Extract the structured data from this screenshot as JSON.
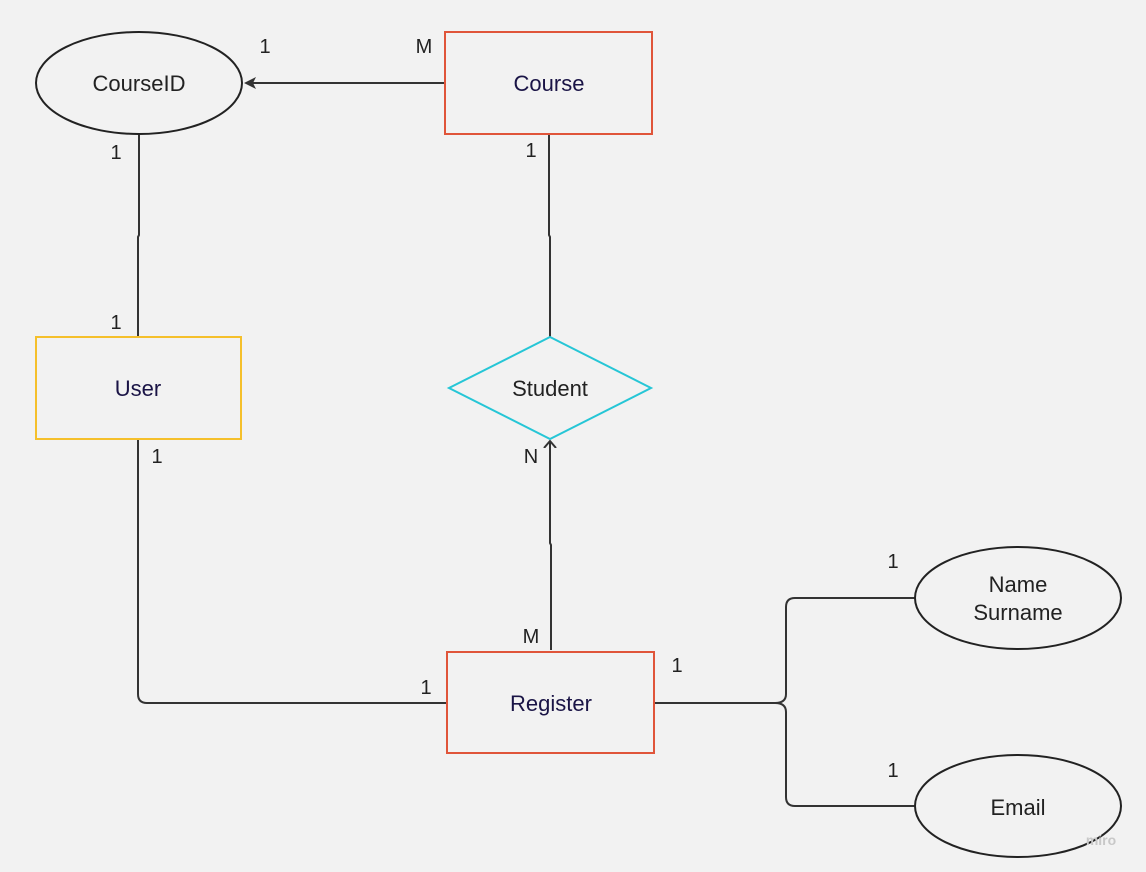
{
  "colors": {
    "background": "#f2f2f2",
    "line": "#333333",
    "text": "#222222",
    "entity_text": "#1a1446",
    "course_border": "#e0553a",
    "register_border": "#e0553a",
    "user_border": "#f5c02c",
    "relationship_border": "#26c6d6",
    "watermark": "#c8c8c8"
  },
  "entities": {
    "course": "Course",
    "user": "User",
    "register": "Register"
  },
  "relationships": {
    "student": "Student"
  },
  "attributes": {
    "courseid": "CourseID",
    "name_surname_line1": "Name",
    "name_surname_line2": "Surname",
    "email": "Email"
  },
  "cardinalities": {
    "courseid_course_at_courseid": "1",
    "courseid_course_at_course": "M",
    "courseid_user_at_courseid": "1",
    "courseid_user_at_user": "1",
    "course_student_at_course": "1",
    "user_register_at_user": "1",
    "user_register_at_register": "1",
    "student_register_at_student": "N",
    "student_register_at_register": "M",
    "register_attributes_at_register": "1",
    "namesurname_at_attribute": "1",
    "email_at_attribute": "1"
  },
  "watermark": "miro"
}
